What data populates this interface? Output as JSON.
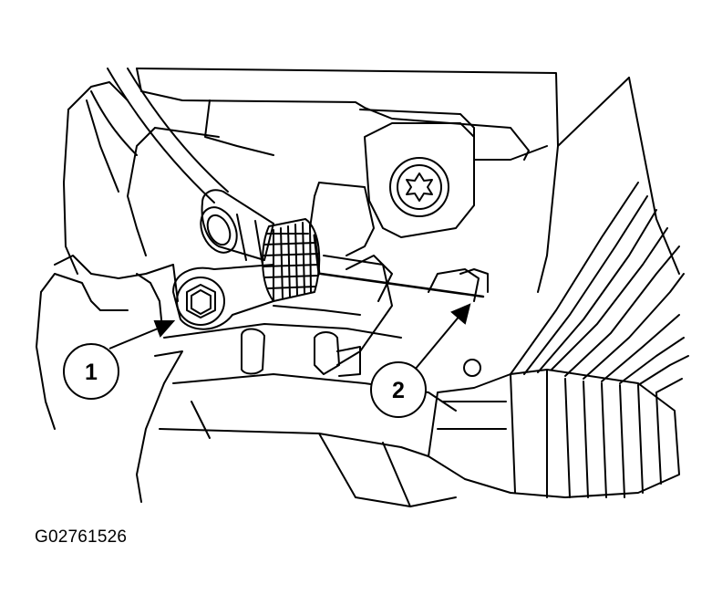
{
  "figure": {
    "figure_id": "G02761526",
    "callouts": [
      {
        "label": "1"
      },
      {
        "label": "2"
      }
    ]
  },
  "colors": {
    "line": "#000000",
    "fill": "#ffffff"
  }
}
